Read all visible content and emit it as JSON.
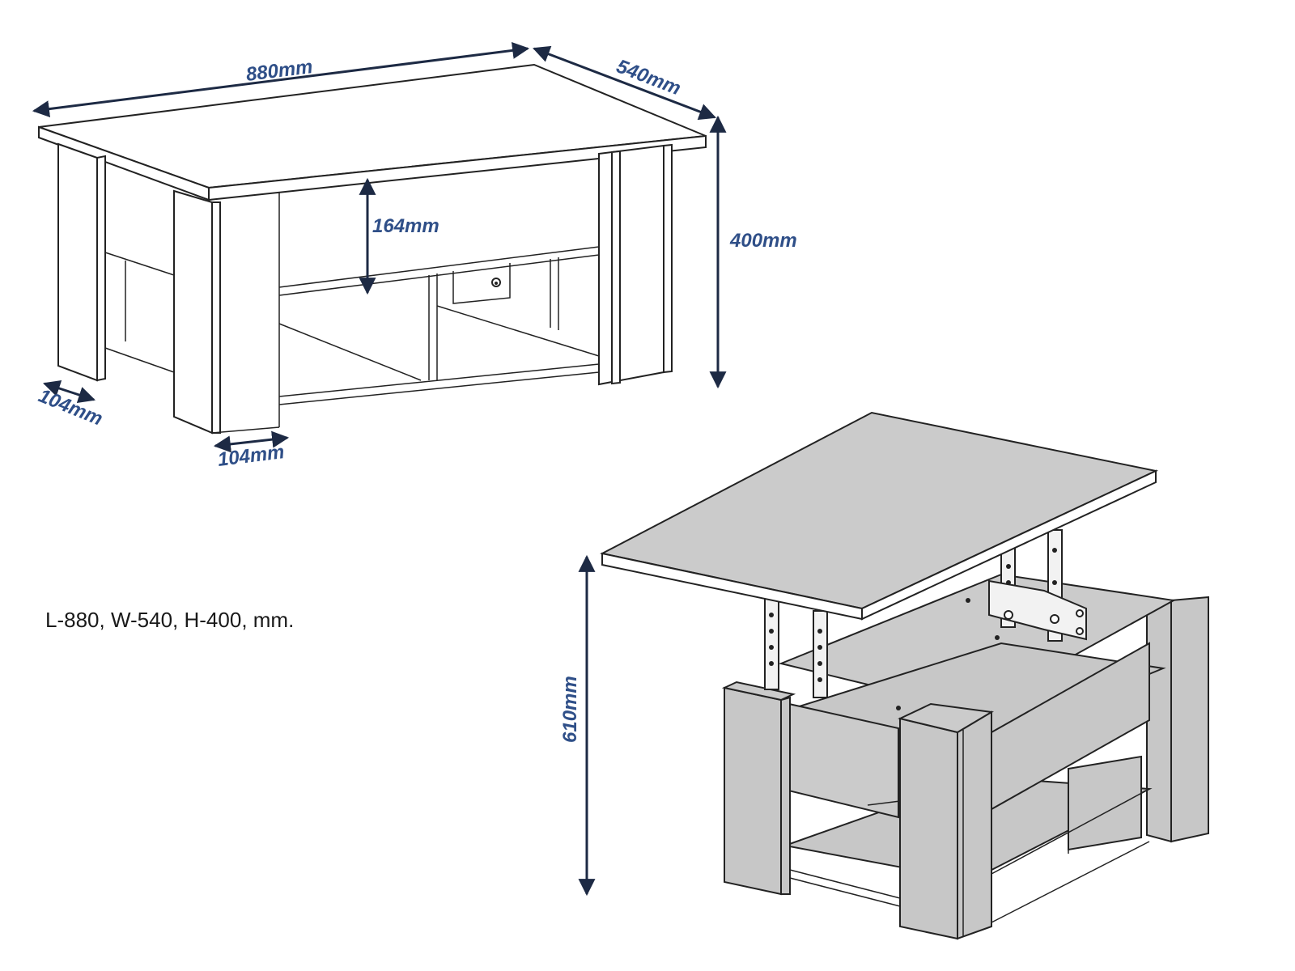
{
  "colors": {
    "dimension": "#2f4f88",
    "outline": "#222222",
    "panel_fill": "#c9c9c9",
    "background": "#ffffff"
  },
  "dimensions": {
    "length": "880mm",
    "width": "540mm",
    "height": "400mm",
    "lift_gap": "164mm",
    "leg_depth": "104mm",
    "leg_width": "104mm",
    "raised_height": "610mm"
  },
  "summary": "L-880, W-540, H-400, mm.",
  "views": [
    "closed-table-line-drawing",
    "raised-top-table-drawing"
  ]
}
